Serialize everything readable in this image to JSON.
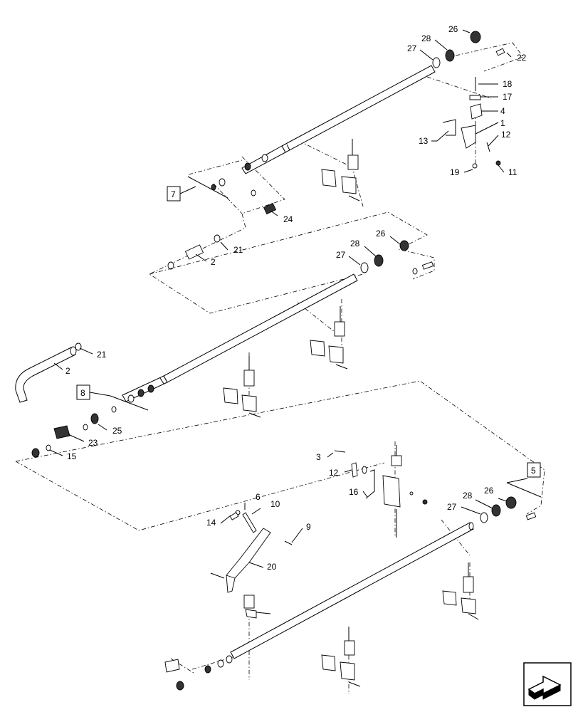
{
  "callouts": {
    "c26a": "26",
    "c28a": "28",
    "c27a": "27",
    "c22": "22",
    "c18": "18",
    "c17": "17",
    "c4": "4",
    "c1": "1",
    "c12a": "12",
    "c13": "13",
    "c19": "19",
    "c11": "11",
    "c7": "7",
    "c24": "24",
    "c21a": "21",
    "c2a": "2",
    "c26b": "26",
    "c28b": "28",
    "c27b": "27",
    "c21b": "21",
    "c2b": "2",
    "c8": "8",
    "c25": "25",
    "c23": "23",
    "c15": "15",
    "c3": "3",
    "c12b": "12",
    "c16": "16",
    "c5": "5",
    "c28c": "28",
    "c26c": "26",
    "c27c": "27",
    "c6": "6",
    "c10": "10",
    "c14": "14",
    "c9": "9",
    "c20": "20"
  },
  "icons": {
    "navigation": "next-view-arrow-icon"
  }
}
